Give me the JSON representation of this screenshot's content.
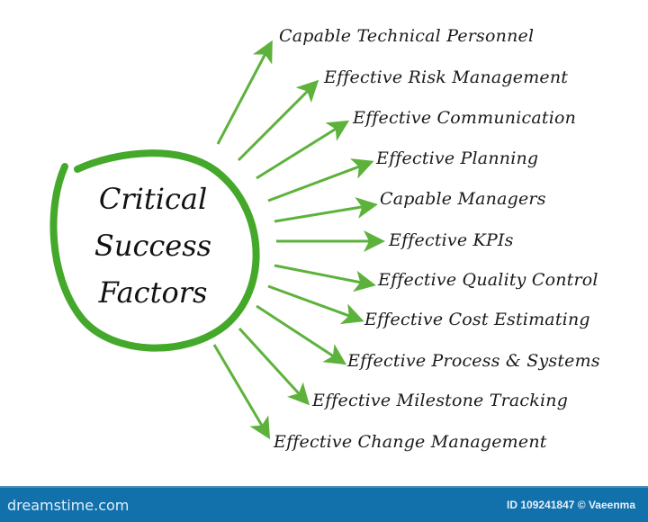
{
  "diagram": {
    "center_title_lines": [
      "Critical",
      "Success",
      "Factors"
    ],
    "accent_color": "#44a82a",
    "arrow_color": "#5db23c",
    "factors": [
      {
        "label": "Capable Technical Personnel"
      },
      {
        "label": "Effective Risk Management"
      },
      {
        "label": "Effective Communication"
      },
      {
        "label": "Effective Planning"
      },
      {
        "label": "Capable Managers"
      },
      {
        "label": "Effective KPIs"
      },
      {
        "label": "Effective Quality Control"
      },
      {
        "label": "Effective Cost Estimating"
      },
      {
        "label": "Effective Process & Systems"
      },
      {
        "label": "Effective Milestone Tracking"
      },
      {
        "label": "Effective Change Management"
      }
    ]
  },
  "footer": {
    "brand": "dreamstime.com",
    "credit": "ID 109241847 © Vaeenma",
    "background": "#1271ab"
  }
}
